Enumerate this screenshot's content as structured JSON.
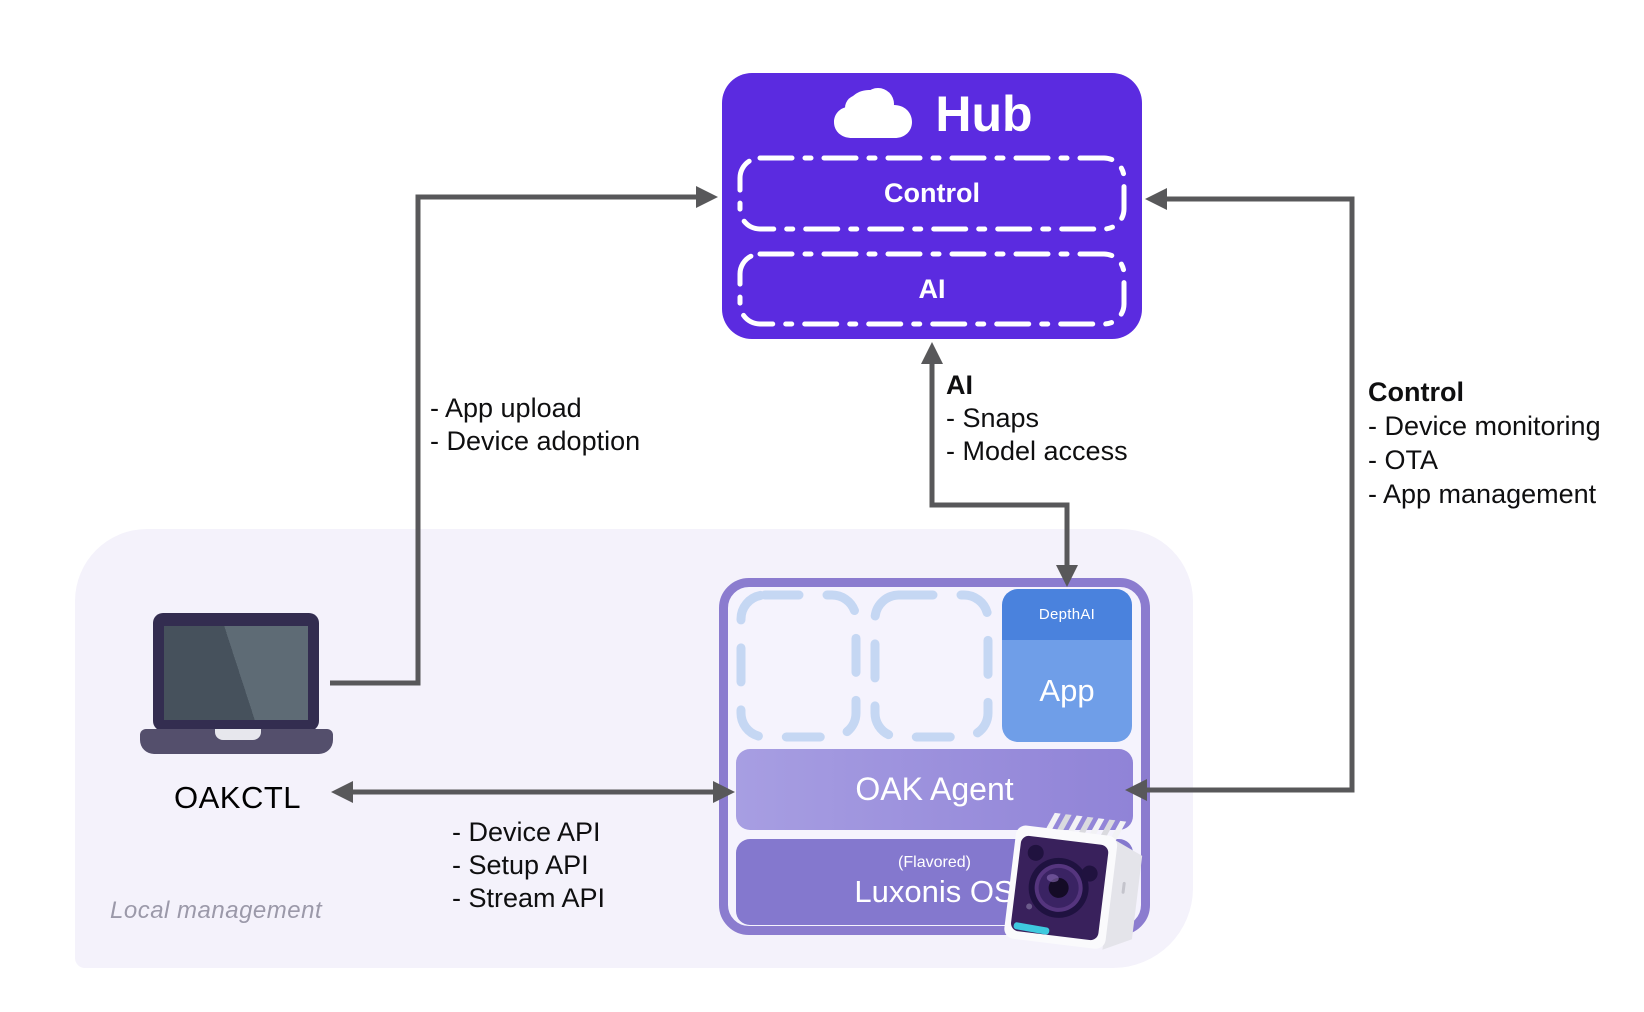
{
  "colors": {
    "hub_purple": "#5B2BE0",
    "hub_text": "#FFFFFF",
    "device_border": "#8B7CCF",
    "device_fill": "#F5F3FD",
    "placeholder_dash": "#C5D7F3",
    "depthai_header": "#4A82DD",
    "depthai_body": "#6F9EE8",
    "agent_left": "#A79EE2",
    "agent_right": "#9083D7",
    "luxonis": "#8478CE",
    "bg_lavender": "#F4F2FB",
    "arrow": "#58585A",
    "text": "#0F0F10",
    "muted": "#9B99A9",
    "cyan_accent": "#3EC9DE"
  },
  "icons": {
    "hub": "cloud-icon",
    "local_machine": "laptop-icon",
    "oak_device": "camera-icon"
  },
  "hub": {
    "title": "Hub",
    "modules": [
      {
        "label": "Control"
      },
      {
        "label": "AI"
      }
    ]
  },
  "device": {
    "app_header": "DepthAI",
    "app_label": "App",
    "agent": "OAK Agent",
    "os_flavored": "(Flavored)",
    "os_name": "Luxonis OS"
  },
  "local": {
    "oakctl": "OAKCTL",
    "region_label": "Local management"
  },
  "flows": {
    "upload": {
      "items": [
        "- App upload",
        "- Device adoption"
      ]
    },
    "ai": {
      "heading": "AI",
      "items": [
        "- Snaps",
        "- Model access"
      ]
    },
    "control": {
      "heading": "Control",
      "items": [
        "- Device monitoring",
        "- OTA",
        "- App management"
      ]
    },
    "api": {
      "items": [
        "- Device API",
        "- Setup API",
        "- Stream API"
      ]
    }
  }
}
